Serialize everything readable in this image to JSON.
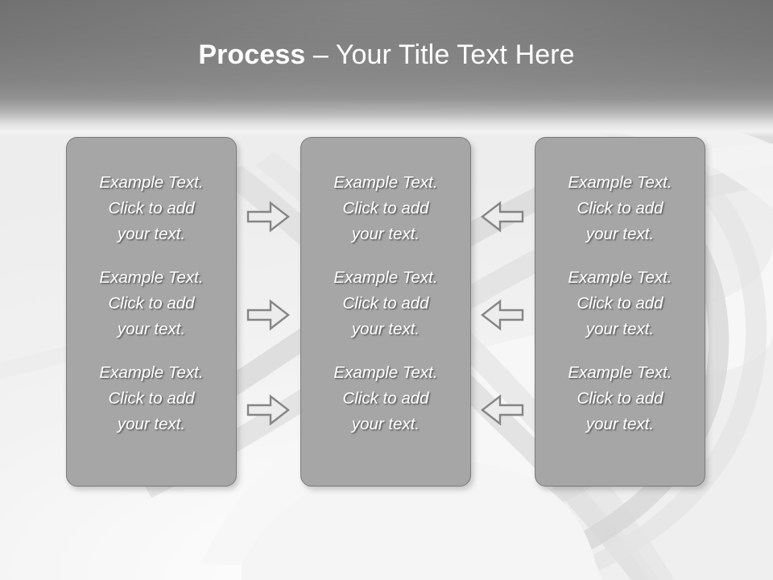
{
  "slide": {
    "title_strong": "Process",
    "title_rest": " – Your Title Text Here",
    "background_style": "light-gray-swoosh",
    "colors": {
      "header_top": "#6a6a6a",
      "header_bottom": "#f2f2f2",
      "box_fill": "#a6a6a6",
      "box_border": "#7b7b7b",
      "text": "#ffffff",
      "arrow_fill": "#ededed",
      "arrow_stroke": "#808080",
      "background": "#f2f2f2"
    }
  },
  "columns": [
    {
      "name": "column-left",
      "cells": [
        {
          "text": "Example Text.\nClick  to add\nyour text."
        },
        {
          "text": "Example Text.\nClick  to add\nyour text."
        },
        {
          "text": "Example Text.\nClick  to add\nyour text."
        }
      ]
    },
    {
      "name": "column-middle",
      "cells": [
        {
          "text": "Example Text.\nClick  to add\nyour text."
        },
        {
          "text": "Example Text.\nClick  to add\nyour text."
        },
        {
          "text": "Example Text.\nClick  to add\nyour text."
        }
      ]
    },
    {
      "name": "column-right",
      "cells": [
        {
          "text": "Example Text.\nClick  to add\nyour text."
        },
        {
          "text": "Example Text.\nClick  to add\nyour text."
        },
        {
          "text": "Example Text.\nClick  to add\nyour text."
        }
      ]
    }
  ],
  "connectors": [
    {
      "name": "arrow-right-1",
      "direction": "right",
      "icon": "arrow-right-icon"
    },
    {
      "name": "arrow-right-2",
      "direction": "right",
      "icon": "arrow-right-icon"
    },
    {
      "name": "arrow-right-3",
      "direction": "right",
      "icon": "arrow-right-icon"
    },
    {
      "name": "arrow-left-1",
      "direction": "left",
      "icon": "arrow-left-icon"
    },
    {
      "name": "arrow-left-2",
      "direction": "left",
      "icon": "arrow-left-icon"
    },
    {
      "name": "arrow-left-3",
      "direction": "left",
      "icon": "arrow-left-icon"
    }
  ]
}
